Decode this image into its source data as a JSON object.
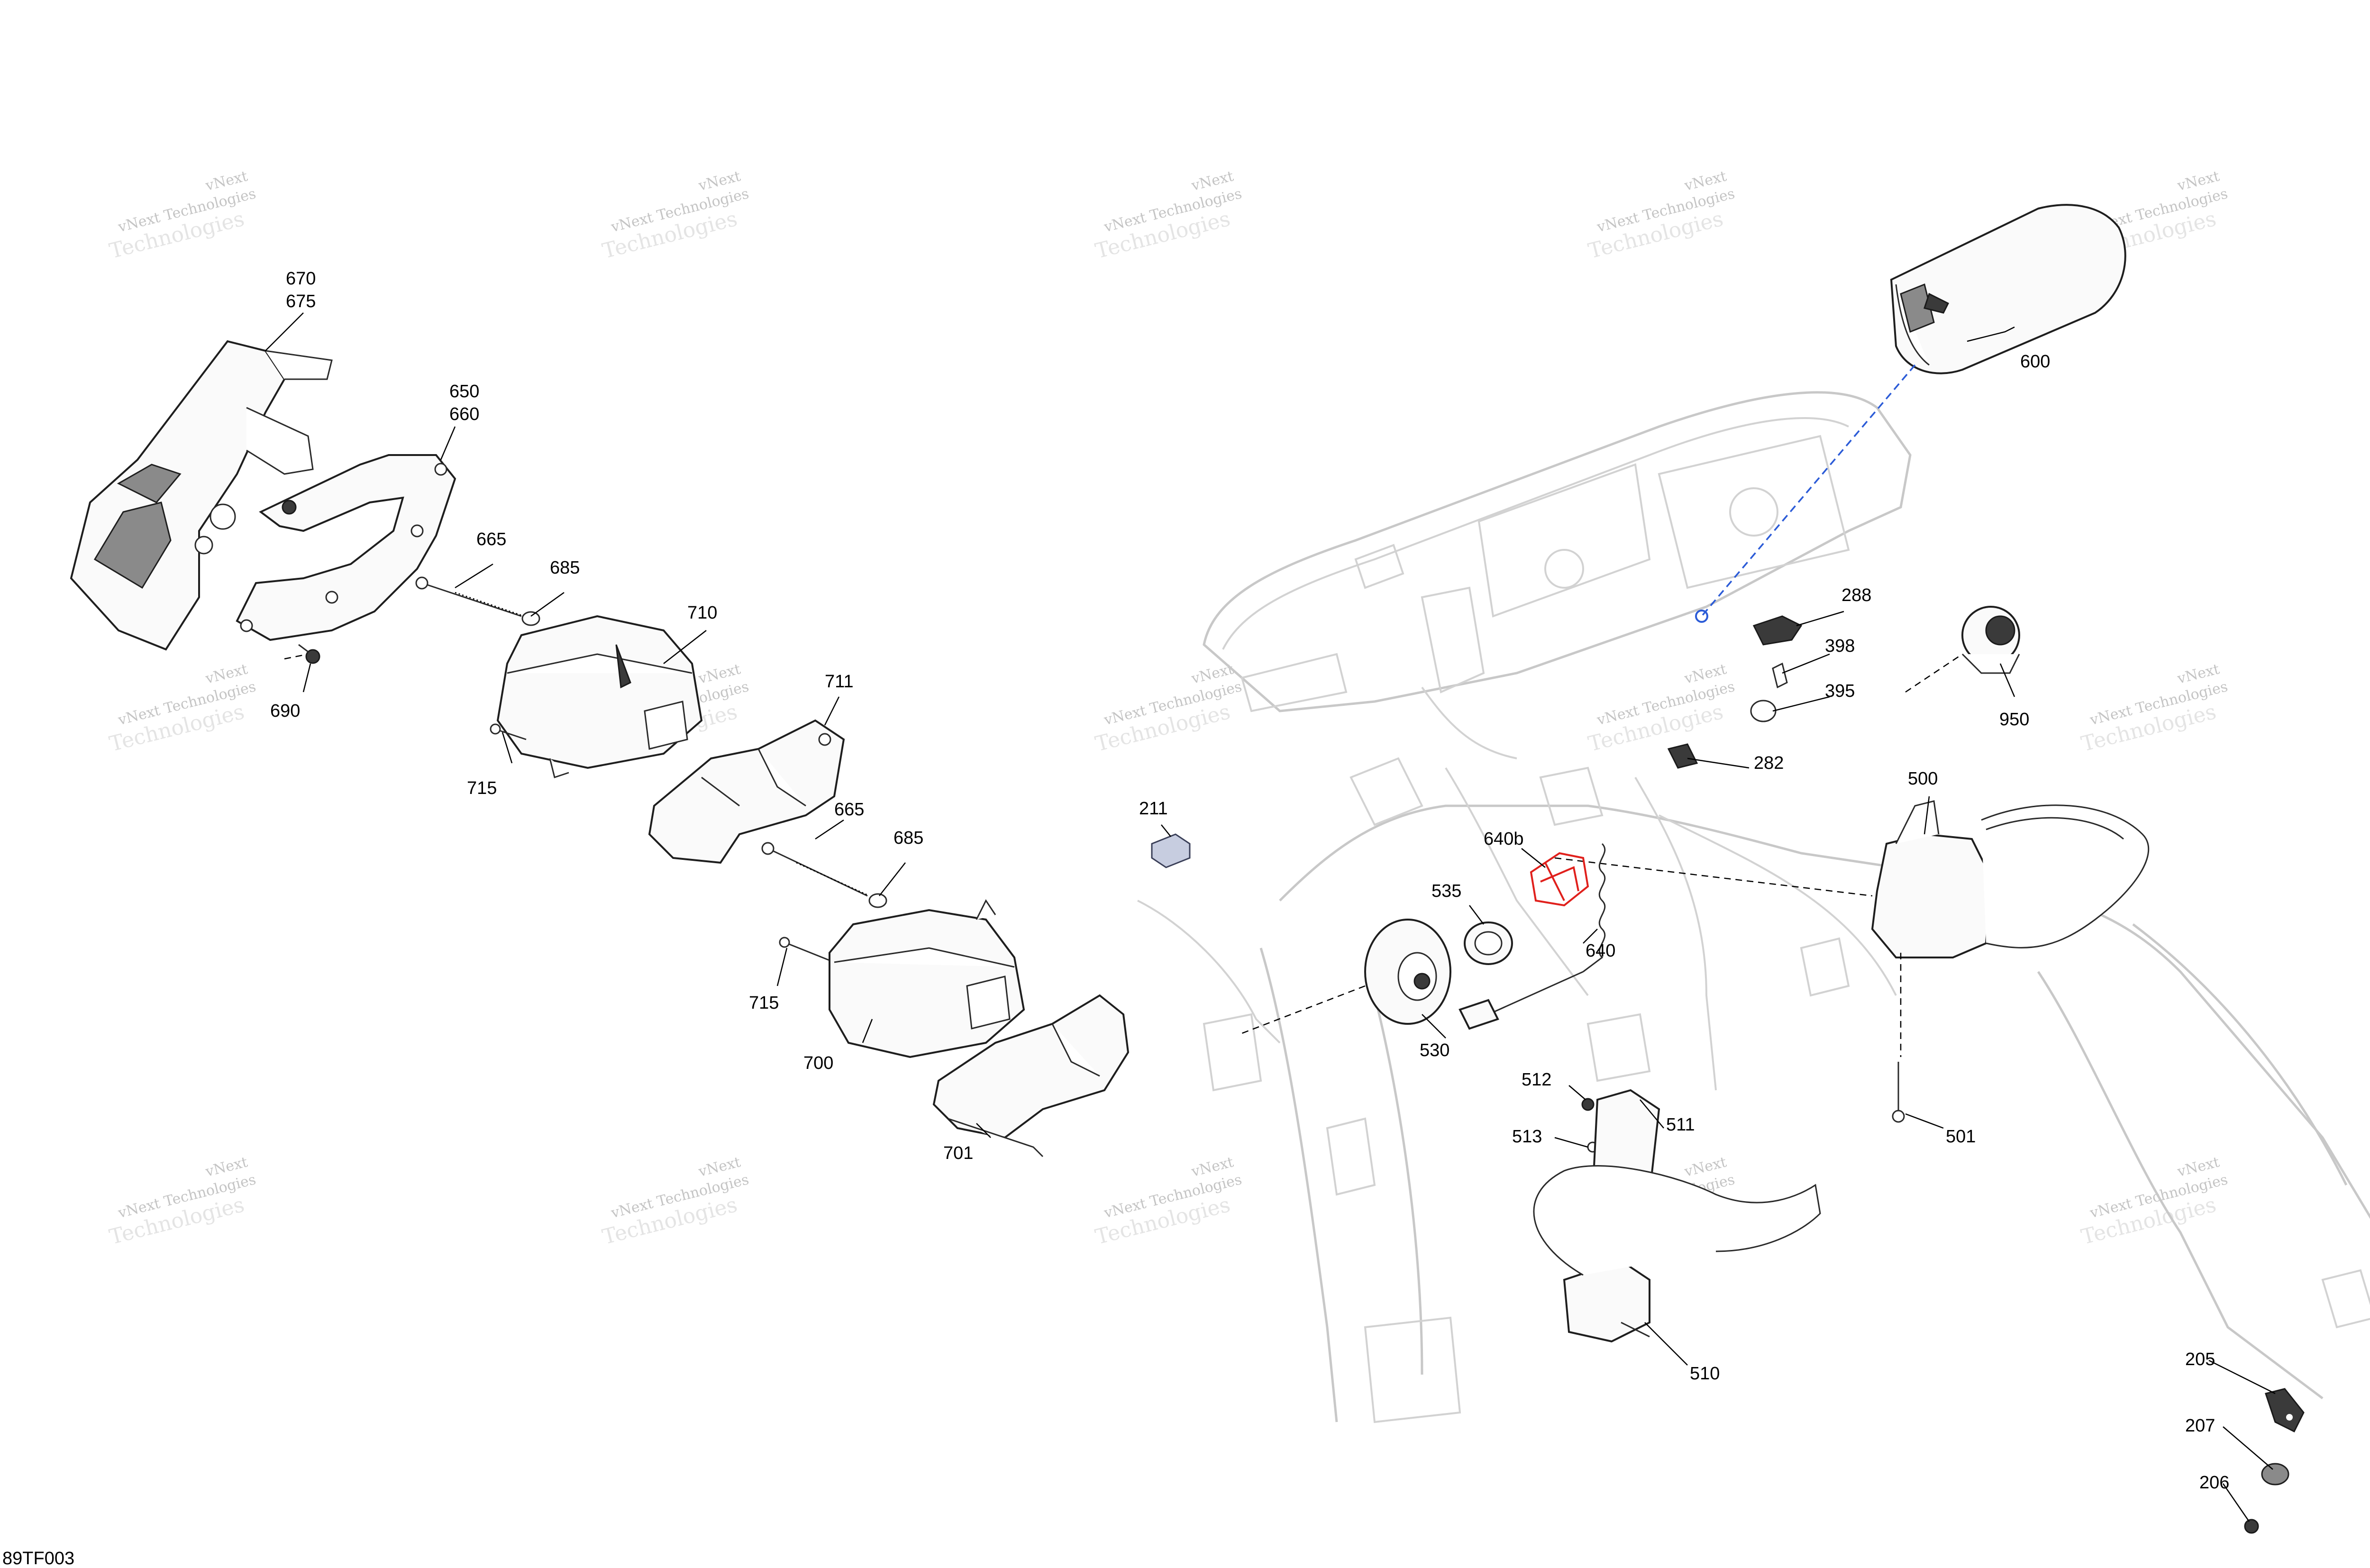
{
  "diagram_id": "89TF003",
  "watermark": {
    "line1": "vNext Technologies",
    "line2": "Technologies",
    "prefix": "vNext"
  },
  "callouts": [
    {
      "id": "c670",
      "label": "670"
    },
    {
      "id": "c675",
      "label": "675"
    },
    {
      "id": "c650",
      "label": "650"
    },
    {
      "id": "c660",
      "label": "660"
    },
    {
      "id": "c665a",
      "label": "665"
    },
    {
      "id": "c685a",
      "label": "685"
    },
    {
      "id": "c710",
      "label": "710"
    },
    {
      "id": "c711",
      "label": "711"
    },
    {
      "id": "c690",
      "label": "690"
    },
    {
      "id": "c715a",
      "label": "715"
    },
    {
      "id": "c665b",
      "label": "665"
    },
    {
      "id": "c685b",
      "label": "685"
    },
    {
      "id": "c715b",
      "label": "715"
    },
    {
      "id": "c700",
      "label": "700"
    },
    {
      "id": "c701",
      "label": "701"
    },
    {
      "id": "c211",
      "label": "211"
    },
    {
      "id": "c600",
      "label": "600"
    },
    {
      "id": "c288",
      "label": "288"
    },
    {
      "id": "c398",
      "label": "398"
    },
    {
      "id": "c395",
      "label": "395"
    },
    {
      "id": "c282",
      "label": "282"
    },
    {
      "id": "c950",
      "label": "950"
    },
    {
      "id": "c500",
      "label": "500"
    },
    {
      "id": "c640b",
      "label": "640b"
    },
    {
      "id": "c535",
      "label": "535"
    },
    {
      "id": "c640",
      "label": "640"
    },
    {
      "id": "c530",
      "label": "530"
    },
    {
      "id": "c512",
      "label": "512"
    },
    {
      "id": "c511",
      "label": "511"
    },
    {
      "id": "c513",
      "label": "513"
    },
    {
      "id": "c501",
      "label": "501"
    },
    {
      "id": "c510",
      "label": "510"
    },
    {
      "id": "c205",
      "label": "205"
    },
    {
      "id": "c207",
      "label": "207"
    },
    {
      "id": "c206",
      "label": "206"
    }
  ],
  "colors": {
    "highlight": "#e0201c",
    "axis_line": "#2b5bd7",
    "ghost": "#d2d2d2"
  }
}
